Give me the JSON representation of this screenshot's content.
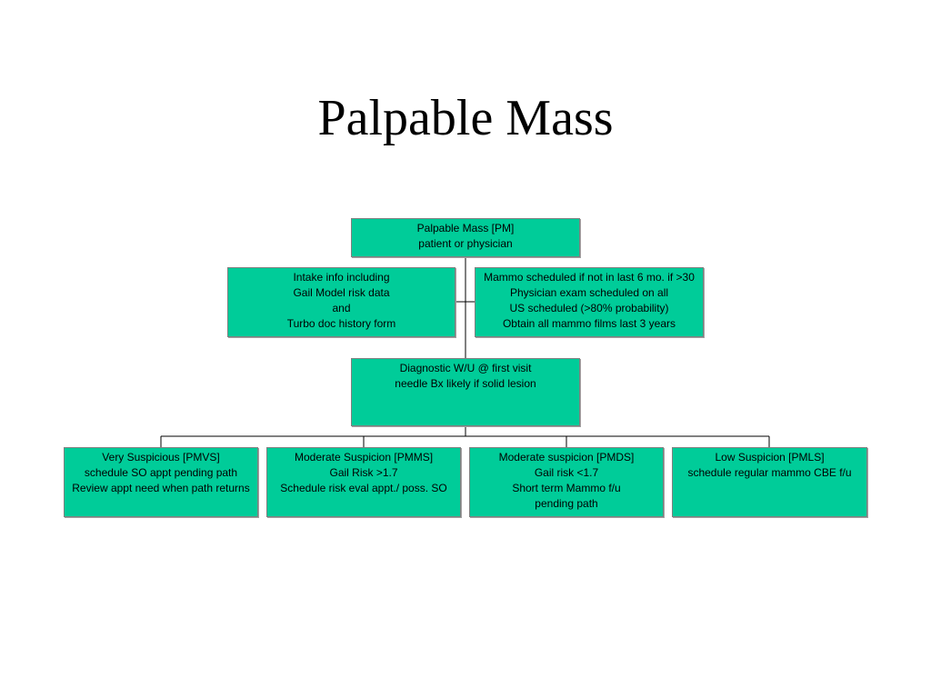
{
  "slide": {
    "title": "Palpable Mass"
  },
  "colors": {
    "box_fill": "#00cc99",
    "box_border": "#808080",
    "connector": "#000000",
    "background": "#ffffff"
  },
  "nodes": {
    "root": [
      "Palpable Mass [PM]",
      "patient or physician"
    ],
    "intake": [
      "Intake info including",
      "Gail Model risk data",
      "and",
      "Turbo doc history form"
    ],
    "mammo": [
      "Mammo scheduled if not in last 6 mo. if >30",
      "Physician exam scheduled on all",
      "US scheduled (>80% probability)",
      "Obtain all mammo films last 3 years"
    ],
    "diagnostic": [
      "Diagnostic W/U @ first visit",
      "needle Bx likely if solid lesion"
    ],
    "very_suspicious": [
      "Very Suspicious [PMVS]",
      "schedule SO appt pending path",
      "Review appt need when path returns"
    ],
    "moderate_pmms": [
      "Moderate Suspicion [PMMS]",
      "Gail Risk >1.7",
      "Schedule risk eval appt./ poss. SO"
    ],
    "moderate_pmds": [
      "Moderate suspicion [PMDS]",
      "Gail risk <1.7",
      "Short term Mammo f/u",
      "pending path"
    ],
    "low_suspicion": [
      "Low Suspicion [PMLS]",
      "schedule regular mammo  CBE f/u"
    ]
  }
}
